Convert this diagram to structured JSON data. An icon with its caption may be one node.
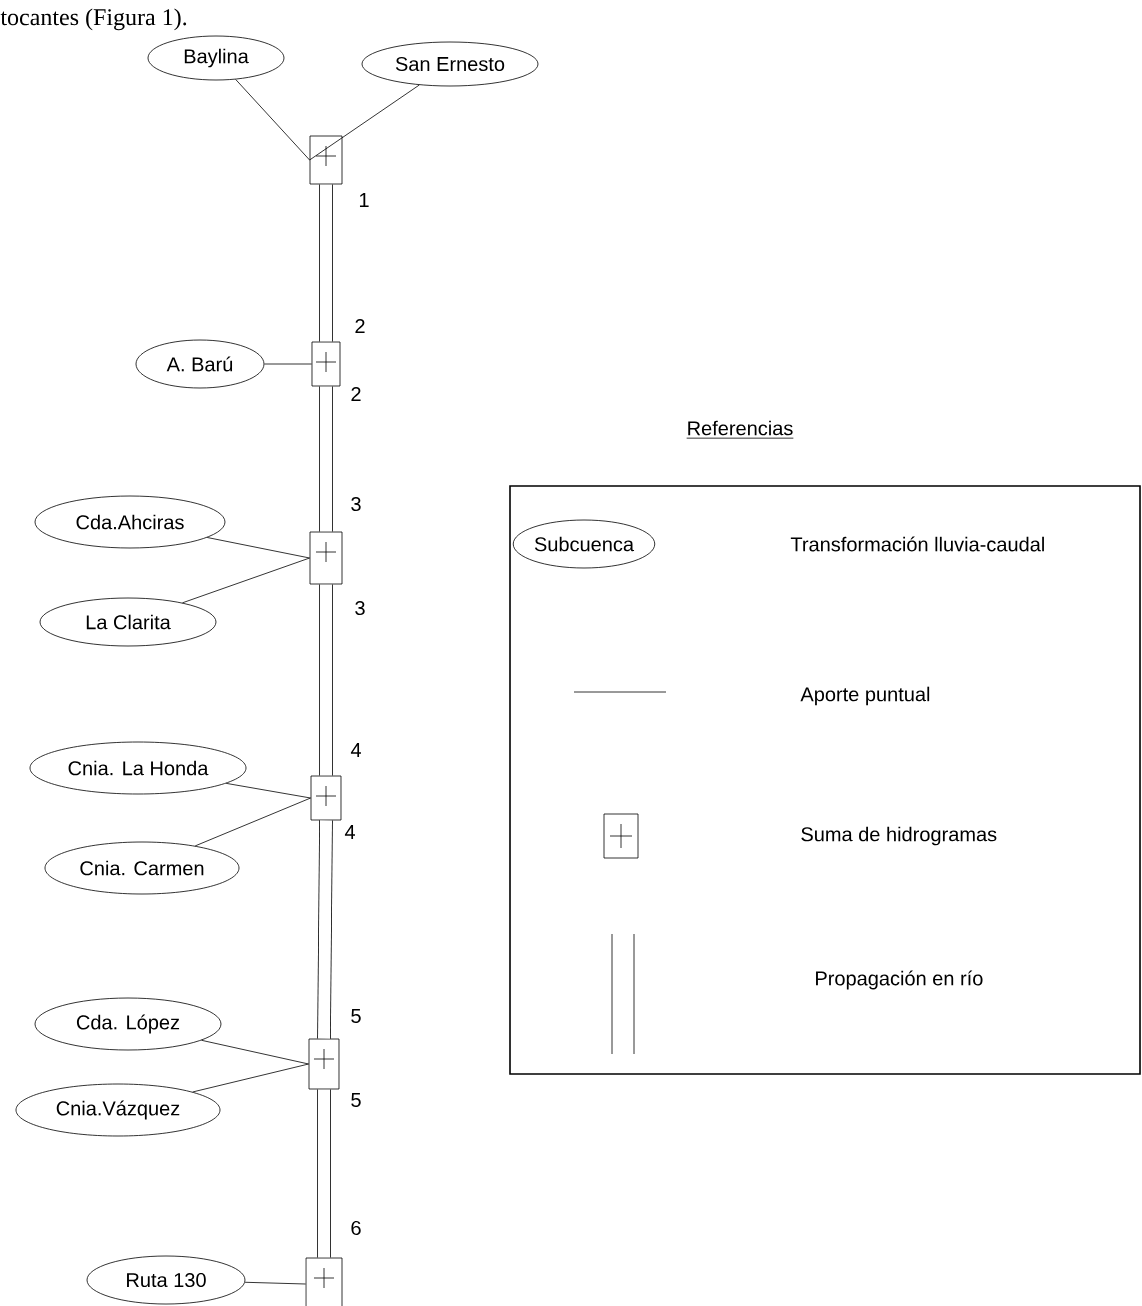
{
  "diagram": {
    "nodes": [
      {
        "text": [
          "Baylina"
        ]
      },
      {
        "text": [
          "San Ernesto"
        ]
      },
      {
        "text": [],
        "shape": "box"
      },
      {
        "text": [
          "A. Barú"
        ]
      },
      {
        "text": [],
        "shape": "box"
      },
      {
        "text": [
          "Cda.Ahciras"
        ]
      },
      {
        "text": [
          "La Clarita"
        ]
      },
      {
        "text": [],
        "shape": "box"
      },
      {
        "text": [
          "Cnia. La Honda"
        ]
      },
      {
        "text": [
          "Cnia. Carmen"
        ]
      },
      {
        "text": [],
        "shape": "box"
      },
      {
        "text": [
          "Cda. López"
        ]
      },
      {
        "text": [
          "Cnia.Vázquez"
        ]
      },
      {
        "text": [],
        "shape": "box"
      },
      {
        "text": [
          "Ruta 130"
        ]
      },
      {
        "text": [],
        "shape": "box"
      }
    ],
    "edges": [
      {
        "from": 0,
        "to": 2,
        "arrow": "none"
      },
      {
        "from": 1,
        "to": 2,
        "arrow": "none"
      },
      {
        "from": 2,
        "to": 4,
        "arrow": "none",
        "style": "thick"
      },
      {
        "from": 3,
        "to": 4,
        "arrow": "none"
      },
      {
        "from": 4,
        "to": 7,
        "arrow": "none",
        "style": "thick"
      },
      {
        "from": 5,
        "to": 7,
        "arrow": "none"
      },
      {
        "from": 6,
        "to": 7,
        "arrow": "none"
      },
      {
        "from": 7,
        "to": 10,
        "arrow": "none",
        "style": "thick"
      },
      {
        "from": 8,
        "to": 10,
        "arrow": "none"
      },
      {
        "from": 9,
        "to": 10,
        "arrow": "none"
      },
      {
        "from": 10,
        "to": 13,
        "arrow": "none",
        "style": "thick"
      },
      {
        "from": 11,
        "to": 13,
        "arrow": "none"
      },
      {
        "from": 12,
        "to": 13,
        "arrow": "none"
      },
      {
        "from": 13,
        "to": 15,
        "arrow": "none",
        "style": "thick"
      },
      {
        "from": 14,
        "to": 15,
        "arrow": "none"
      }
    ],
    "labels": [
      "tocantes (Figura 1).",
      "1",
      "2",
      "2",
      "3",
      "3",
      "4",
      "4",
      "5",
      "5",
      "6",
      "Referencias",
      "Subcuenca"
    ],
    "legend": [
      {
        "text": "Transformación lluvia-caudal"
      },
      {
        "text": "Aporte puntual"
      },
      {
        "text": "Suma de hidrogramas"
      },
      {
        "text": "Propagación en río"
      }
    ]
  }
}
